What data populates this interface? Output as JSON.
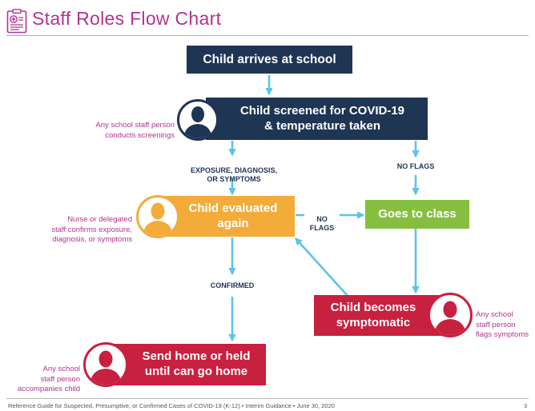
{
  "header": {
    "title": "Staff Roles Flow Chart"
  },
  "nodes": {
    "arrives": "Child arrives at school",
    "screened": "Child screened for COVID-19\n& temperature taken",
    "evaluated": "Child evaluated\nagain",
    "goes_to_class": "Goes to class",
    "symptomatic": "Child becomes\nsymptomatic",
    "send_home": "Send home or held\nuntil can go home"
  },
  "edge_labels": {
    "exposure": "EXPOSURE, DIAGNOSIS,\nOR SYMPTOMS",
    "no_flags_right": "NO FLAGS",
    "no_flags_mid": "NO\nFLAGS",
    "confirmed": "CONFIRMED"
  },
  "notes": {
    "screenings": "Any school staff person\nconducts screenings",
    "nurse": "Nurse or delegated\nstaff confirms exposure,\ndiagnosis, or symptoms",
    "flags": "Any school\nstaff person\nflags symptoms",
    "accompanies": "Any school\nstaff person\naccompanies child"
  },
  "footer": {
    "text": "Reference Guide for Suspected, Presumptive, or Confirmed Cases of COVID-19 (K-12)  •  Interim Guidance  •  June 30, 2020",
    "page": "3"
  },
  "colors": {
    "navy": "#1e3554",
    "orange": "#f3ab3a",
    "green": "#86bf40",
    "crimson": "#c8203f",
    "arrow": "#5bc4ec",
    "accent": "#b3338f"
  },
  "icons": {
    "header": "clipboard-icon",
    "person": "person-silhouette-icon"
  }
}
